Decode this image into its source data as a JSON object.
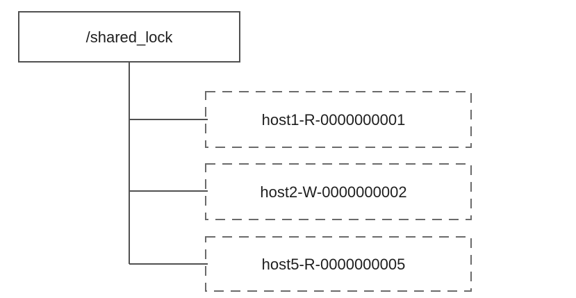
{
  "root": {
    "label": "/shared_lock"
  },
  "children": [
    {
      "label": "host1-R-0000000001"
    },
    {
      "label": "host2-W-0000000002"
    },
    {
      "label": "host5-R-0000000005"
    }
  ],
  "colors": {
    "stroke": "#505050",
    "dashed_stroke": "#6a6a6a",
    "text": "#1e1e1e",
    "background": "#ffffff"
  }
}
